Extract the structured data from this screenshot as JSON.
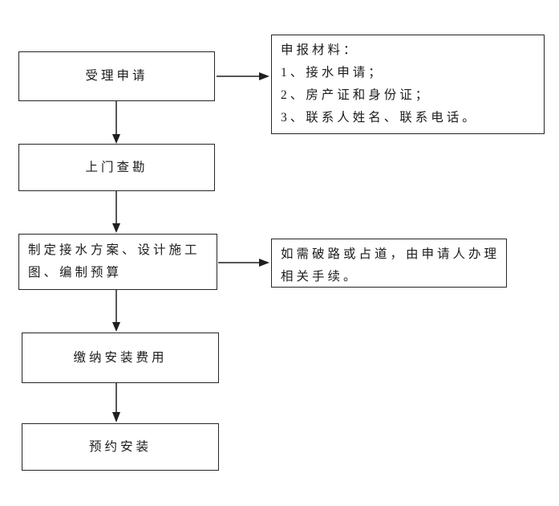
{
  "canvas": {
    "background": "#ffffff",
    "border_color": "#262626",
    "text_color": "#1c1c1c",
    "arrow_color": "#1f1f1f"
  },
  "flowchart": {
    "steps": [
      {
        "label": "受理申请"
      },
      {
        "label": "上门查勘"
      },
      {
        "label": "制定接水方案、设计施工图、编制预算"
      },
      {
        "label": "缴纳安装费用"
      },
      {
        "label": "预约安装"
      }
    ],
    "notes": [
      {
        "lines": [
          "申报材料：",
          "1、接水申请；",
          "2、房产证和身份证；",
          "3、联系人姓名、联系电话。"
        ]
      },
      {
        "text": "如需破路或占道，由申请人办理相关手续。"
      }
    ],
    "edges": [
      {
        "from": "受理申请",
        "to": "申报材料说明",
        "direction": "right"
      },
      {
        "from": "受理申请",
        "to": "上门查勘",
        "direction": "down"
      },
      {
        "from": "上门查勘",
        "to": "制定接水方案、设计施工图、编制预算",
        "direction": "down"
      },
      {
        "from": "制定接水方案、设计施工图、编制预算",
        "to": "破路占道说明",
        "direction": "right"
      },
      {
        "from": "制定接水方案、设计施工图、编制预算",
        "to": "缴纳安装费用",
        "direction": "down"
      },
      {
        "from": "缴纳安装费用",
        "to": "预约安装",
        "direction": "down"
      }
    ]
  }
}
